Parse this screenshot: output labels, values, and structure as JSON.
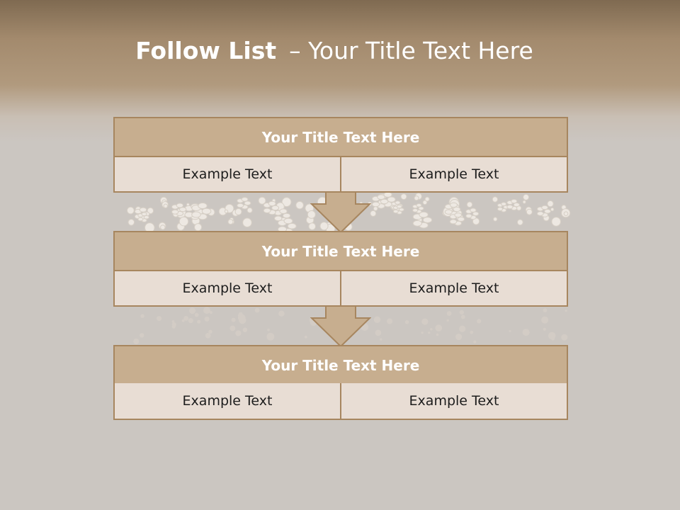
{
  "title": {
    "bold": "Follow List",
    "rest": "– Your Title Text Here"
  },
  "rows": [
    {
      "header": "Your Title Text Here",
      "left": "Example Text",
      "right": "Example Text"
    },
    {
      "header": "Your Title Text Here",
      "left": "Example Text",
      "right": "Example Text"
    },
    {
      "header": "Your Title Text Here",
      "left": "Example Text",
      "right": "Example Text"
    }
  ],
  "colors": {
    "header_fill": "#c7ae8f",
    "border": "#a7865f",
    "cell_fill": "#e8ddd4",
    "background": "#cbc6c1",
    "top_band": "#8c7558"
  },
  "icons": [
    "down-arrow-icon",
    "lace-decoration"
  ]
}
